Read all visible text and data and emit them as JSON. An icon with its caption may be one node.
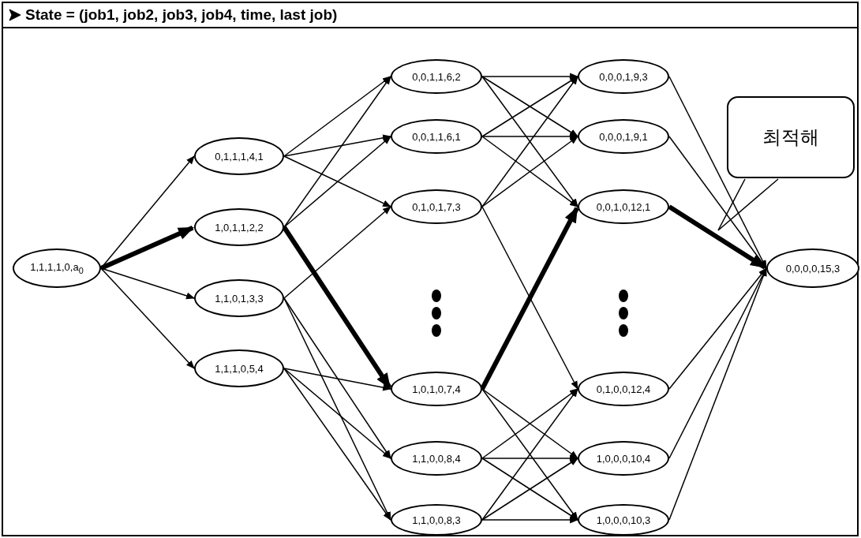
{
  "diagram": {
    "title": "State = (job1, job2, job3, job4, time, last job)",
    "nodes": [
      {
        "text": [
          "1,1,1,1,0,a$_{0}$"
        ]
      },
      {
        "text": [
          "0,1,1,1,4,1"
        ]
      },
      {
        "text": [
          "1,0,1,1,2,2"
        ]
      },
      {
        "text": [
          "1,1,0,1,3,3"
        ]
      },
      {
        "text": [
          "1,1,1,0,5,4"
        ]
      },
      {
        "text": [
          "0,0,1,1,6,2"
        ]
      },
      {
        "text": [
          "0,0,1,1,6,1"
        ]
      },
      {
        "text": [
          "0,1,0,1,7,3"
        ]
      },
      {
        "text": [
          "1,0,1,0,7,4"
        ]
      },
      {
        "text": [
          "1,1,0,0,8,4"
        ]
      },
      {
        "text": [
          "1,1,0,0,8,3"
        ]
      },
      {
        "text": [
          "0,0,0,1,9,3"
        ]
      },
      {
        "text": [
          "0,0,0,1,9,1"
        ]
      },
      {
        "text": [
          "0,0,1,0,12,1"
        ]
      },
      {
        "text": [
          "0,1,0,0,12,4"
        ]
      },
      {
        "text": [
          "1,0,0,0,10,4"
        ]
      },
      {
        "text": [
          "1,0,0,0,10,3"
        ]
      },
      {
        "text": [
          "0,0,0,0,15,3"
        ]
      },
      {
        "text": [
          "최적해"
        ]
      }
    ],
    "edges": [
      {
        "from": 0,
        "to": 1,
        "arrow": "to"
      },
      {
        "from": 0,
        "to": 2,
        "arrow": "to",
        "style": "thick"
      },
      {
        "from": 0,
        "to": 3,
        "arrow": "to"
      },
      {
        "from": 0,
        "to": 4,
        "arrow": "to"
      },
      {
        "from": 1,
        "to": 5,
        "arrow": "to"
      },
      {
        "from": 1,
        "to": 6,
        "arrow": "to"
      },
      {
        "from": 1,
        "to": 7,
        "arrow": "to"
      },
      {
        "from": 2,
        "to": 5,
        "arrow": "to"
      },
      {
        "from": 2,
        "to": 6,
        "arrow": "to"
      },
      {
        "from": 2,
        "to": 8,
        "arrow": "to",
        "style": "thick"
      },
      {
        "from": 3,
        "to": 7,
        "arrow": "to"
      },
      {
        "from": 3,
        "to": 9,
        "arrow": "to"
      },
      {
        "from": 3,
        "to": 10,
        "arrow": "to"
      },
      {
        "from": 4,
        "to": 8,
        "arrow": "to"
      },
      {
        "from": 4,
        "to": 9,
        "arrow": "to"
      },
      {
        "from": 4,
        "to": 10,
        "arrow": "to"
      },
      {
        "from": 5,
        "to": 11,
        "arrow": "to"
      },
      {
        "from": 5,
        "to": 12,
        "arrow": "to"
      },
      {
        "from": 5,
        "to": 13,
        "arrow": "to"
      },
      {
        "from": 6,
        "to": 11,
        "arrow": "to"
      },
      {
        "from": 6,
        "to": 12,
        "arrow": "to"
      },
      {
        "from": 6,
        "to": 13,
        "arrow": "to"
      },
      {
        "from": 7,
        "to": 11,
        "arrow": "to"
      },
      {
        "from": 7,
        "to": 12,
        "arrow": "to"
      },
      {
        "from": 7,
        "to": 14,
        "arrow": "to"
      },
      {
        "from": 8,
        "to": 13,
        "arrow": "to",
        "style": "thick"
      },
      {
        "from": 8,
        "to": 15,
        "arrow": "to"
      },
      {
        "from": 8,
        "to": 16,
        "arrow": "to"
      },
      {
        "from": 9,
        "to": 14,
        "arrow": "to"
      },
      {
        "from": 9,
        "to": 15,
        "arrow": "to"
      },
      {
        "from": 9,
        "to": 16,
        "arrow": "to"
      },
      {
        "from": 10,
        "to": 14,
        "arrow": "to"
      },
      {
        "from": 10,
        "to": 15,
        "arrow": "to"
      },
      {
        "from": 10,
        "to": 16,
        "arrow": "to"
      },
      {
        "from": 11,
        "to": 17,
        "arrow": "to"
      },
      {
        "from": 12,
        "to": 17,
        "arrow": "to"
      },
      {
        "from": 13,
        "to": 17,
        "arrow": "to",
        "style": "thick"
      },
      {
        "from": 14,
        "to": 17,
        "arrow": "to"
      },
      {
        "from": 15,
        "to": 17,
        "arrow": "to"
      },
      {
        "from": 16,
        "to": 17,
        "arrow": "to"
      },
      {
        "from": 18,
        "to": null,
        "arrow": "none"
      }
    ]
  }
}
